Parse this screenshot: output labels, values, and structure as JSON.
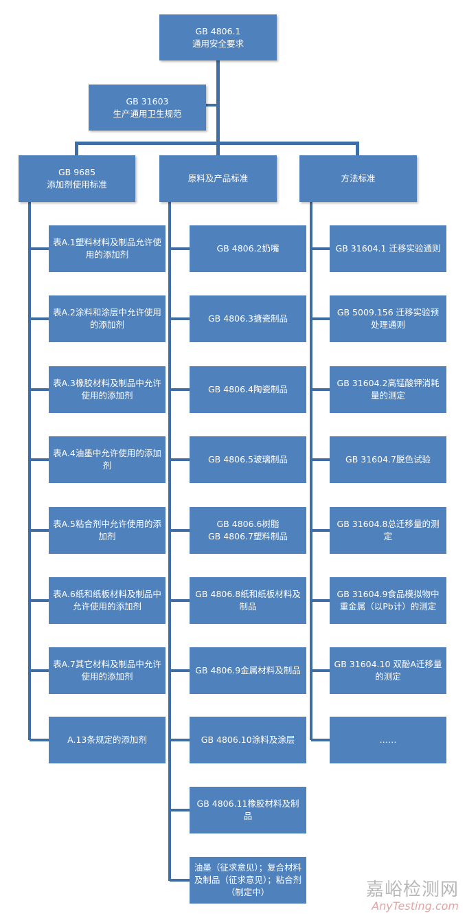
{
  "root": {
    "line1": "GB 4806.1",
    "line2": "通用安全要求"
  },
  "hygiene": {
    "line1": "GB 31603",
    "line2": "生产通用卫生规范"
  },
  "columns": {
    "additives": {
      "line1": "GB 9685",
      "line2": "添加剂使用标准"
    },
    "materials": {
      "label": "原料及产品标准"
    },
    "methods": {
      "label": "方法标准"
    }
  },
  "additives_items": [
    "表A.1塑料材料及制品允许使用的添加剂",
    "表A.2涂料和涂层中允许使用的添加剂",
    "表A.3橡胶材料及制品中允许使用的添加剂",
    "表A.4油墨中允许使用的添加剂",
    "表A.5粘合剂中允许使用的添加剂",
    "表A.6纸和纸板材料及制品中允许使用的添加剂",
    "表A.7其它材料及制品中允许使用的添加剂",
    "A.13条规定的添加剂"
  ],
  "materials_items": [
    "GB 4806.2奶嘴",
    "GB 4806.3搪瓷制品",
    "GB 4806.4陶瓷制品",
    "GB 4806.5玻璃制品",
    "GB 4806.6树脂\nGB 4806.7塑料制品",
    "GB 4806.8纸和纸板材料及制品",
    "GB 4806.9金属材料及制品",
    "GB 4806.10涂料及涂层",
    "GB 4806.11橡胶材料及制品",
    "油墨（征求意见）；复合材料及制品（征求意见）；粘合剂（制定中）"
  ],
  "methods_items": [
    "GB 31604.1 迁移实验通则",
    "GB 5009.156 迁移实验预处理通则",
    "GB 31604.2高锰酸钾消耗量的测定",
    "GB 31604.7脱色试验",
    "GB 31604.8总迁移量的测定",
    "GB 31604.9食品模拟物中重金属（以Pb计）的测定",
    "GB 31604.10 双酚A迁移量的测定",
    "……"
  ],
  "watermark": {
    "cn": "嘉峪检测网",
    "en": "AnyTesting.com"
  },
  "colors": {
    "box": "#4f81bd",
    "connector": "#3f6ea5",
    "text": "#ffffff"
  }
}
